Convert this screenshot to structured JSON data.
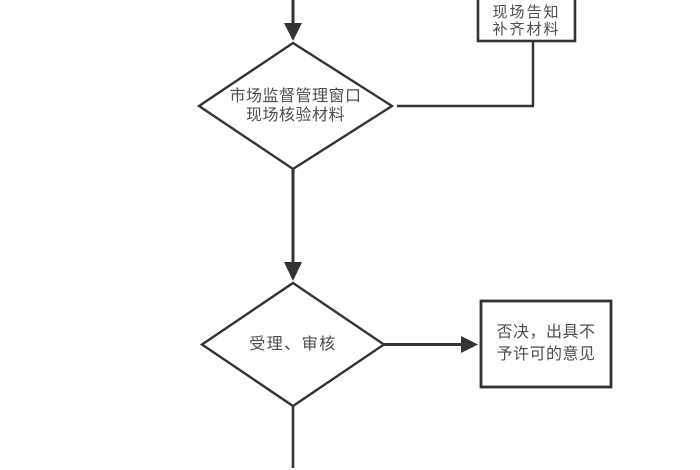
{
  "diagram": {
    "type": "flowchart",
    "background_color": "#ffffff",
    "line_color": "#333333",
    "text_color": "#4d4d4d",
    "nodes": {
      "notify_box": {
        "shape": "rectangle",
        "lines": [
          "现场告知",
          "补齐材料"
        ],
        "note": "top edge cropped by viewport"
      },
      "verify_diamond": {
        "shape": "diamond",
        "lines": [
          "市场监督管理窗口",
          "现场核验材料"
        ]
      },
      "review_diamond": {
        "shape": "diamond",
        "lines": [
          "受理、审核"
        ]
      },
      "reject_box": {
        "shape": "rectangle",
        "lines": [
          "否决，出具不",
          "予许可的意见"
        ]
      }
    },
    "edges": [
      {
        "from": "offscreen-top",
        "to": "verify_diamond",
        "arrowhead": true,
        "style": "straight-down"
      },
      {
        "from": "notify_box",
        "to": "verify_diamond",
        "arrowhead": false,
        "style": "elbow-down-left"
      },
      {
        "from": "verify_diamond",
        "to": "review_diamond",
        "arrowhead": true,
        "style": "straight-down"
      },
      {
        "from": "review_diamond",
        "to": "reject_box",
        "arrowhead": true,
        "style": "straight-right"
      },
      {
        "from": "review_diamond",
        "to": "offscreen-bottom",
        "arrowhead": false,
        "style": "straight-down"
      }
    ]
  }
}
